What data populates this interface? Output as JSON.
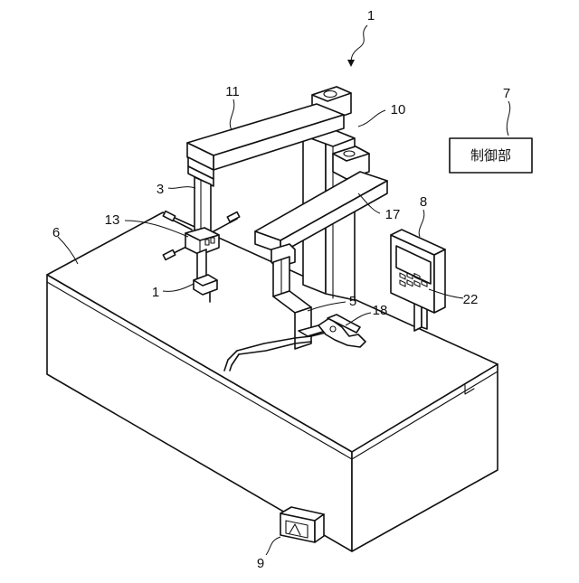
{
  "labels": {
    "device": "1",
    "arm_upper": "11",
    "support_column": "10",
    "controller_number": "7",
    "controller_text": "制御部",
    "display_panel": "8",
    "column_shaft": "3",
    "clamp_block": "13",
    "table": "6",
    "second_arm": "17",
    "probe_small": "1",
    "jaw_arm": "5",
    "gripper": "18",
    "button_panel": "22",
    "foot_switch": "9"
  }
}
